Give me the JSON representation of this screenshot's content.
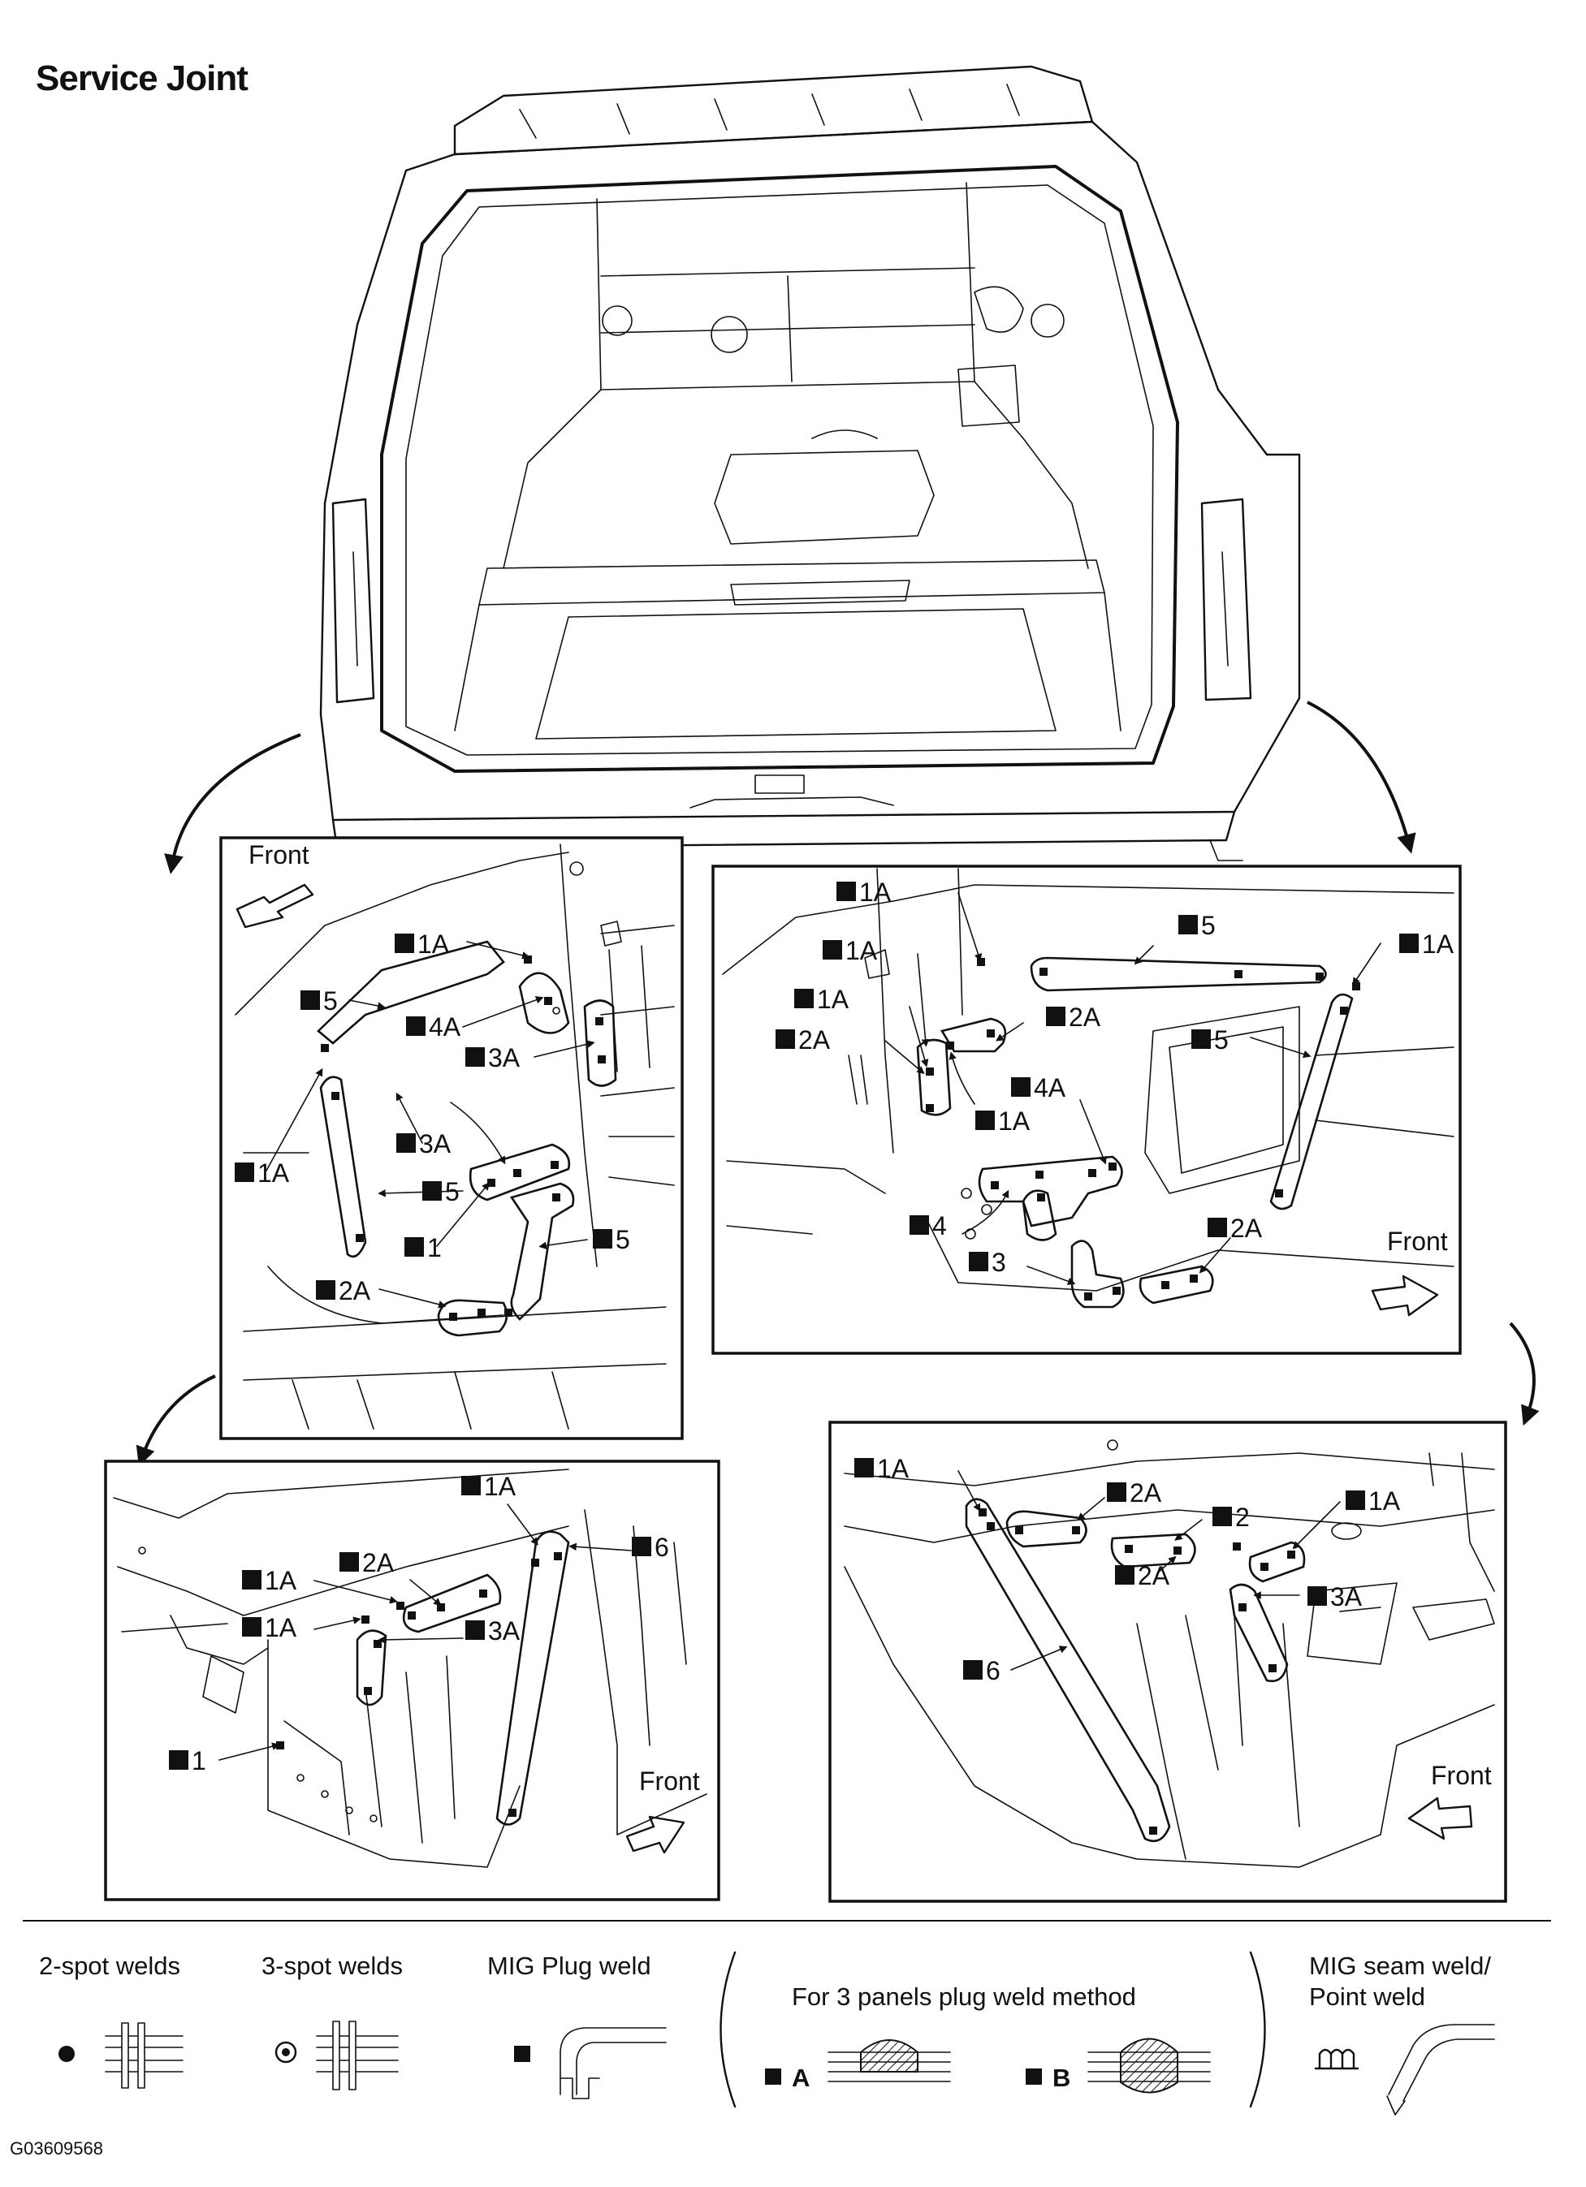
{
  "title": "Service Joint",
  "figure_code": "G03609568",
  "panels": {
    "upper_left": {
      "front": "Front",
      "labels": [
        "1A",
        "5",
        "4A",
        "3A",
        "3A",
        "5",
        "1A",
        "1",
        "5",
        "2A"
      ]
    },
    "upper_right": {
      "front": "Front",
      "labels": [
        "1A",
        "1A",
        "1A",
        "2A",
        "5",
        "1A",
        "2A",
        "5",
        "4A",
        "1A",
        "4",
        "3",
        "2A"
      ]
    },
    "lower_left": {
      "front": "Front",
      "labels": [
        "1A",
        "6",
        "2A",
        "1A",
        "1A",
        "3A",
        "1"
      ]
    },
    "lower_right": {
      "front": "Front",
      "labels": [
        "1A",
        "2A",
        "2",
        "1A",
        "2A",
        "3A",
        "6"
      ]
    }
  },
  "legend": {
    "two_spot": "2-spot welds",
    "three_spot": "3-spot welds",
    "mig_plug": "MIG Plug weld",
    "three_panels": "For 3 panels plug weld method",
    "method_a": "A",
    "method_b": "B",
    "mig_seam_1": "MIG seam weld/",
    "mig_seam_2": "Point weld"
  }
}
